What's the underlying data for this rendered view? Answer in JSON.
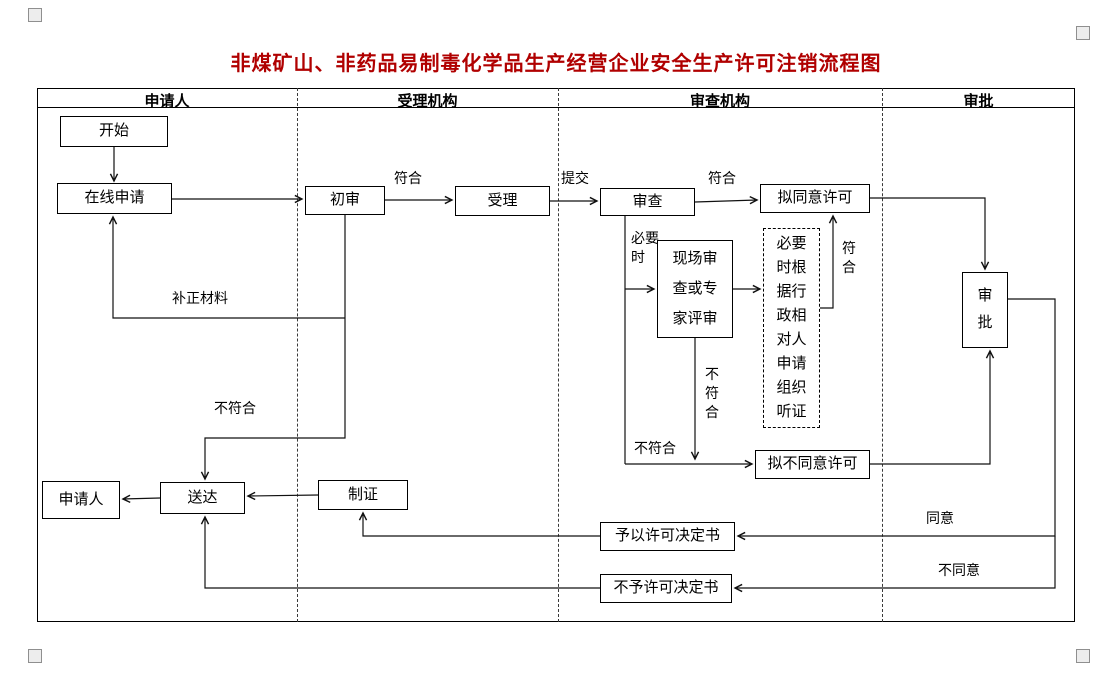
{
  "page": {
    "title": "非煤矿山、非药品易制毒化学品生产经营企业安全生产许可注销流程图",
    "title_color": "#b00000"
  },
  "lanes": [
    "申请人",
    "受理机构",
    "审查机构",
    "审批"
  ],
  "nodes": {
    "start": "开始",
    "online_apply": "在线申请",
    "initial_review": "初审",
    "accept": "受理",
    "review": "审查",
    "propose_approve": "拟同意许可",
    "onsite_or_expert": "现场审查或专家评审",
    "hearing_note": "必要时根据行政相对人申请组织听证",
    "approval": "审批",
    "propose_disapprove": "拟不同意许可",
    "grant_decision": "予以许可决定书",
    "deny_decision": "不予许可决定书",
    "make_certificate": "制证",
    "deliver": "送达",
    "applicant": "申请人"
  },
  "edge_labels": {
    "conform_1": "符合",
    "submit": "提交",
    "conform_2": "符合",
    "when_necessary": "必要时",
    "conform_3": "符合",
    "not_conform_site": "不符合",
    "not_conform_review": "不符合",
    "supplement_materials": "补正材料",
    "not_conform_initial": "不符合",
    "agree": "同意",
    "disagree": "不同意"
  }
}
